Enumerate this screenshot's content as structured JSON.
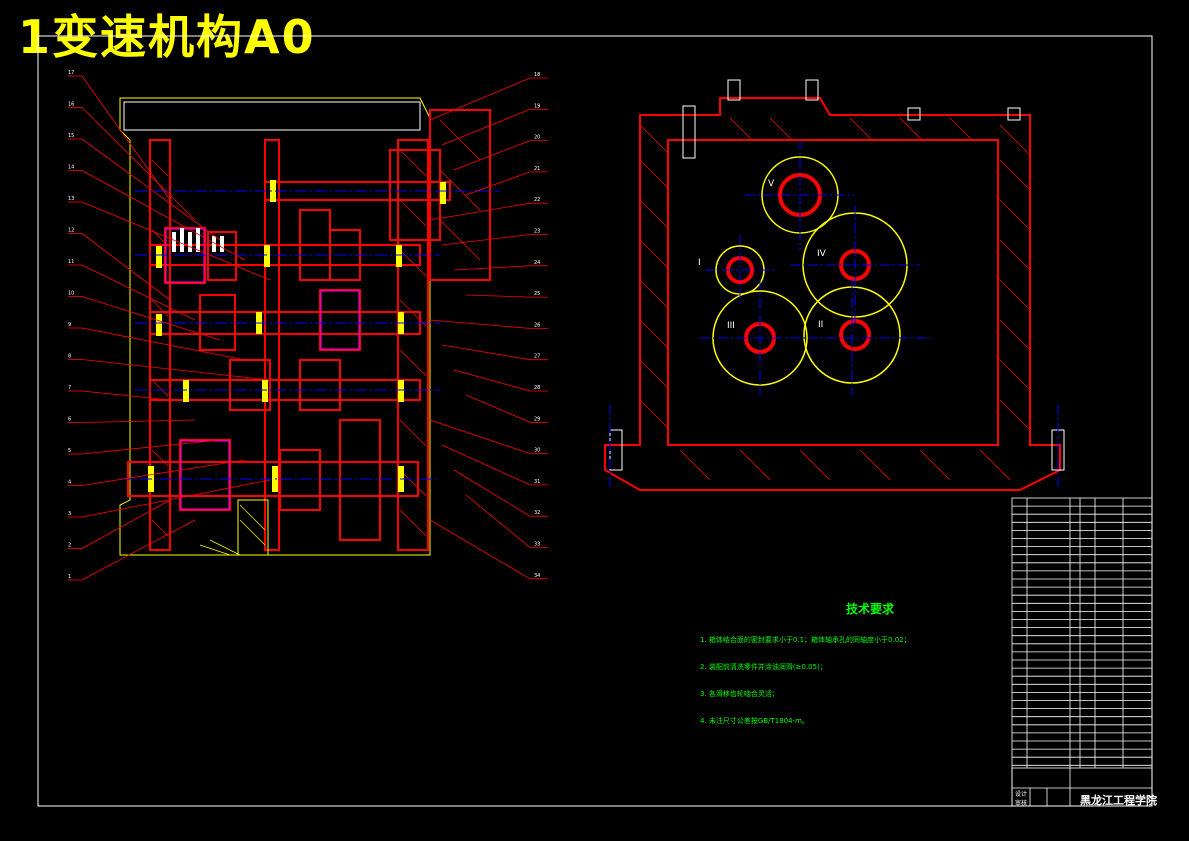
{
  "title": "1变速机构A0",
  "colors": {
    "background": "#000000",
    "title": "#ffff00",
    "parts": "#ff0000",
    "bearings": "#ffff00",
    "centerlines": "#0000ff",
    "gears": "#ff00ff",
    "frame": "#ffffff",
    "notes": "#00ff00"
  },
  "tech_requirements": {
    "heading": "技术要求",
    "items": [
      "1. 箱体结合面的密封要求小于0.1；箱体轴承孔的同轴度小于0.02；",
      "2. 装配前清洗零件并涂油润滑(≥0.05)；",
      "3. 各滑移齿轮啮合灵活；",
      "4. 未注尺寸公差按GB/T1804-m。"
    ]
  },
  "title_block": {
    "school": "黑龙江工程学院",
    "label_designer": "设计",
    "label_review": "审核"
  },
  "roman_labels": [
    "V",
    "I",
    "IV",
    "III",
    "II"
  ],
  "left_callouts": [
    "17",
    "16",
    "15",
    "14",
    "13",
    "12",
    "11",
    "10",
    "9",
    "8",
    "7",
    "6",
    "5",
    "4",
    "3",
    "2",
    "1"
  ],
  "right_callouts": [
    "18",
    "19",
    "20",
    "21",
    "22",
    "23",
    "24",
    "25",
    "26",
    "27",
    "28",
    "29",
    "30",
    "31",
    "32",
    "33",
    "34"
  ]
}
